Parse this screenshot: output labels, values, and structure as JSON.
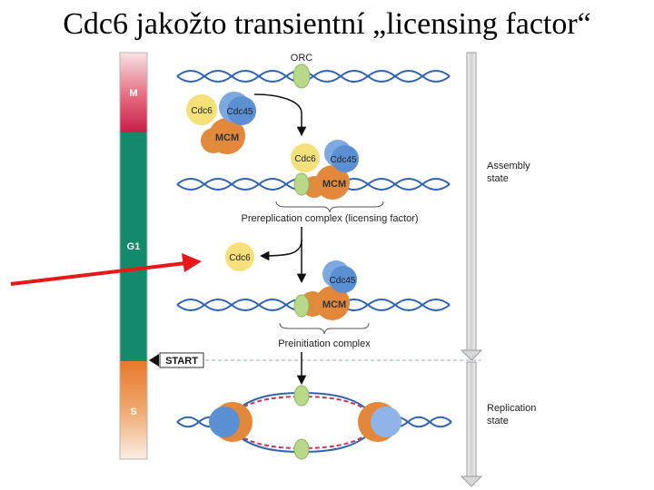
{
  "slide": {
    "title": "Cdc6 jakožto transientní „licensing factor“"
  },
  "cell_cycle": {
    "phases": [
      "M",
      "G1",
      "S"
    ],
    "start_label": "START"
  },
  "proteins": {
    "orc": "ORC",
    "cdc6": "Cdc6",
    "cdc45": "Cdc45",
    "mcm": "MCM"
  },
  "complexes": {
    "prereplication": "Prereplication complex (licensing factor)",
    "preinitiation": "Preinitiation complex"
  },
  "states": {
    "assembly": [
      "Assembly",
      "state"
    ],
    "replication": [
      "Replication",
      "state"
    ]
  },
  "colors": {
    "m_phase": "#d8264e",
    "g1_phase": "#138a6a",
    "s_phase": "#e8822e",
    "cdc6": "#f5e07a",
    "cdc45": "#5b8fd4",
    "mcm": "#e3883a",
    "orc": "#b8d98a",
    "dna_blue": "#2f63b3",
    "dna_red": "#c8365a",
    "highlight_arrow": "#e81818"
  }
}
